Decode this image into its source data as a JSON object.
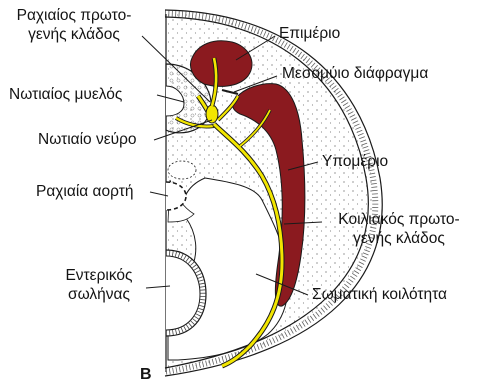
{
  "figure": {
    "panel_letter": "B",
    "colors": {
      "muscle": "#8b1a1f",
      "nerve": "#f2e600",
      "outline": "#1a1a1a",
      "background": "#ffffff"
    },
    "labels": {
      "dorsal_primary_ramus": [
        "Ραχιαίος πρωτο-",
        "γενής κλάδος"
      ],
      "spinal_cord": "Νωτιαίος μυελός",
      "spinal_nerve": "Νωτιαίο νεύρο",
      "dorsal_aorta": "Ραχιαία αορτή",
      "gut_tube": [
        "Εντερικός",
        "σωλήνας"
      ],
      "epimere": "Επιμέριο",
      "intermuscular_septum": "Μεσομύιο διάφραγμα",
      "hypomere": "Υπομέριο",
      "ventral_primary_ramus": [
        "Κοιλιακός πρωτο-",
        "γενής κλάδος"
      ],
      "body_cavity": "Σωματική κοιλότητα"
    }
  }
}
